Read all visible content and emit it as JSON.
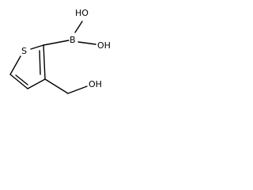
{
  "molecule": {
    "atoms": {
      "sulfur": "S",
      "boron": "B",
      "hydroxyl_top": "HO",
      "hydroxyl_right": "OH",
      "hydroxymethyl_oh": "OH"
    }
  }
}
